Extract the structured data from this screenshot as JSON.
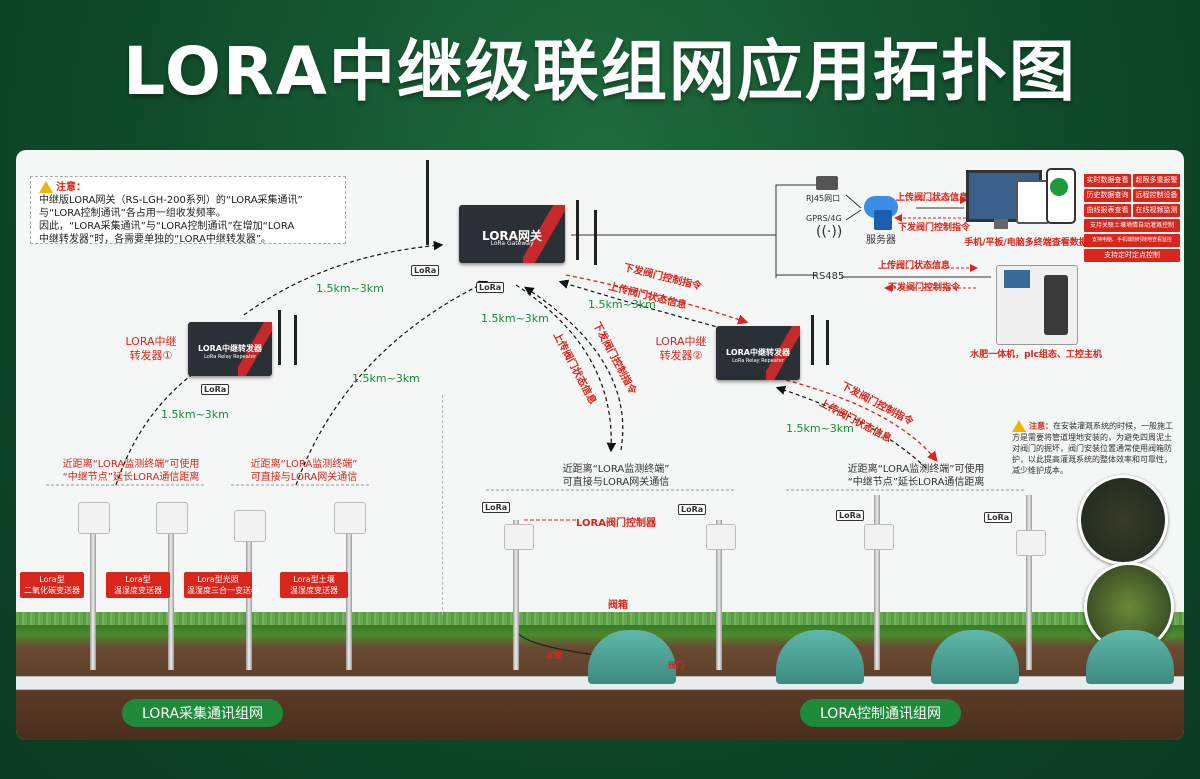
{
  "title": "LORA中继级联组网应用拓扑图",
  "note": {
    "heading": "注意：",
    "line1": "中继版LORA网关（RS-LGH-200系列）的“LORA采集通讯”",
    "line2": "与“LORA控制通讯”各占用一组收发频率。",
    "line3": "因此，“LORA采集通讯”与“LORA控制通讯”在增加“LORA",
    "line4": "中继转发器”时，各需要单独的“LORA中继转发器”。"
  },
  "gateway": {
    "label": "LORA网关",
    "sub": "LoRa Gateway"
  },
  "relay1": {
    "device_label": "LORA中继转发器",
    "sub": "LoRa Relay Repeater",
    "name": "LORA中继\n转发器①"
  },
  "relay2": {
    "device_label": "LORA中继转发器",
    "sub": "LoRa Relay Repeater",
    "name": "LORA中继\n转发器②"
  },
  "lora_badge": "LoRa",
  "distances": {
    "d1": "1.5km~3km",
    "d2": "1.5km~3km",
    "d3": "1.5km~3km",
    "d4": "1.5km~3km",
    "d5": "1.5km~3km",
    "d6": "1.5km~3km"
  },
  "links": {
    "down_cmd_1": "下发阀门控制指令",
    "up_status_1": "上传阀门状态信息",
    "down_cmd_2": "下发阀门控制指令",
    "up_status_2": "上传阀门状态信息",
    "down_cmd_3": "下发阀门控制指令",
    "up_status_3": "上传阀门状态信息"
  },
  "right": {
    "rj45": "RJ45网口",
    "gprs": "GPRS/4G",
    "up_status": "上传阀门状态信息",
    "down_cmd": "下发阀门控制指令",
    "server": "服务器",
    "clients_caption": "手机/平板/电脑多终端查看数据",
    "rs485": "RS485",
    "up_status_485": "上传阀门状态信息",
    "down_cmd_485": "下发阀门控制指令",
    "plc_caption": "水肥一体机，plc组态、工控主机",
    "features": [
      "实时数据查看",
      "超限多重报警",
      "历史数据查询",
      "远程控制设备",
      "曲线报表查看",
      "在线视频监测",
      "支持关联土壤墒情自动灌溉控制",
      "支持电脑、手机端随时随地查看监控",
      "支持定时定点控制"
    ]
  },
  "right_note": {
    "heading": "注意：",
    "text": "在安装灌溉系统的时候，一般施工方是需要将管道埋地安装的，为避免四周泥土对阀门的掘坏，阀门安装位置通常使用阀箱防护，以此提高灌溉系统的整体效率和可靠性，减少维护成本。"
  },
  "captions": {
    "left_relay": "近距离“LORA监测终端”可使用\n“中继节点”延长LORA通信距离",
    "left_direct": "近距离“LORA监测终端”\n可直接与LORA网关通信",
    "mid_direct": "近距离“LORA监测终端”\n可直接与LORA网关通信",
    "right_relay": "近距离“LORA监测终端”可使用\n“中继节点”延长LORA通信距离"
  },
  "sensors": [
    "Lora型\n二氧化碳变送器",
    "Lora型\n温湿度变送器",
    "Lora型光照\n温湿度三合一变送器",
    "Lora型土壤\n温湿度变送器"
  ],
  "valve_controller": "LORA阀门控制器",
  "valve_box": "阀箱",
  "water": "水管",
  "valve": "阀门",
  "pill_left": "LORA采集通讯组网",
  "pill_right": "LORA控制通讯组网"
}
